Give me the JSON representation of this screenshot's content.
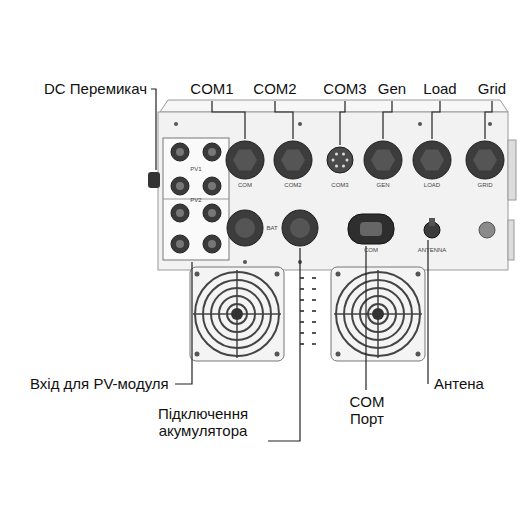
{
  "diagram": {
    "labels": [
      "DC Перемикач",
      "COM1",
      "COM2",
      "COM3",
      "Gen",
      "Load",
      "Grid",
      "PV1",
      "COM",
      "COM2",
      "COM3",
      "GEN",
      "LOAD",
      "GRID",
      "PV2",
      "BAT",
      "COM",
      "ANTENNA",
      "Вхід для PV-модуля",
      "Підключення акумулятора",
      "COM Порт",
      "Антена"
    ]
  }
}
